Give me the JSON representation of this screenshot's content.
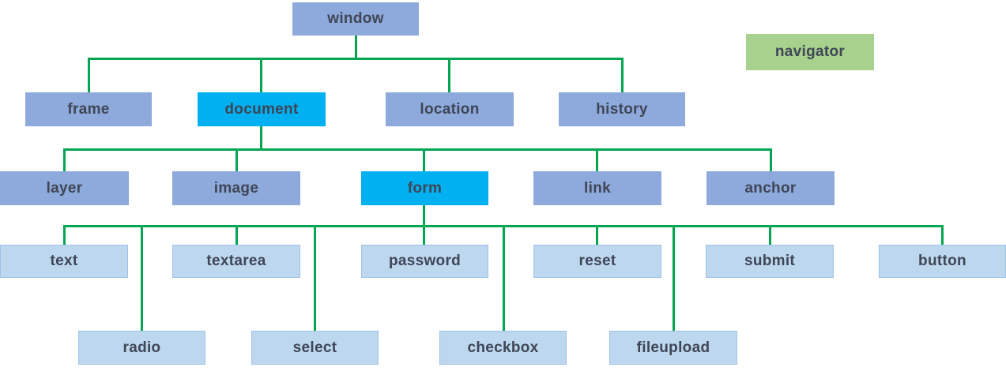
{
  "diagram": {
    "description": "Browser object model hierarchy tree",
    "colors": {
      "node_periwinkle": "#8EA9DB",
      "node_cyan_highlight": "#00B0F0",
      "node_light_blue": "#BDD7EE",
      "node_light_blue_border": "#9DC3E6",
      "node_green": "#A9D18E",
      "connector_green": "#00A651",
      "label_text": "#3F4656",
      "background": "#FFFFFF"
    }
  },
  "tree": {
    "root": {
      "label": "window"
    },
    "standalone": {
      "label": "navigator"
    },
    "level2": [
      {
        "label": "frame"
      },
      {
        "label": "document"
      },
      {
        "label": "location"
      },
      {
        "label": "history"
      }
    ],
    "level3": [
      {
        "label": "layer"
      },
      {
        "label": "image"
      },
      {
        "label": "form"
      },
      {
        "label": "link"
      },
      {
        "label": "anchor"
      }
    ],
    "level4": [
      {
        "label": "text"
      },
      {
        "label": "textarea"
      },
      {
        "label": "password"
      },
      {
        "label": "reset"
      },
      {
        "label": "submit"
      },
      {
        "label": "button"
      }
    ],
    "level5": [
      {
        "label": "radio"
      },
      {
        "label": "select"
      },
      {
        "label": "checkbox"
      },
      {
        "label": "fileupload"
      }
    ]
  },
  "relationships": {
    "window_children": [
      "frame",
      "document",
      "location",
      "history"
    ],
    "document_children": [
      "layer",
      "image",
      "form",
      "link",
      "anchor"
    ],
    "form_children": [
      "text",
      "textarea",
      "password",
      "reset",
      "submit",
      "button",
      "radio",
      "select",
      "checkbox",
      "fileupload"
    ],
    "highlighted_nodes": [
      "document",
      "form"
    ]
  }
}
